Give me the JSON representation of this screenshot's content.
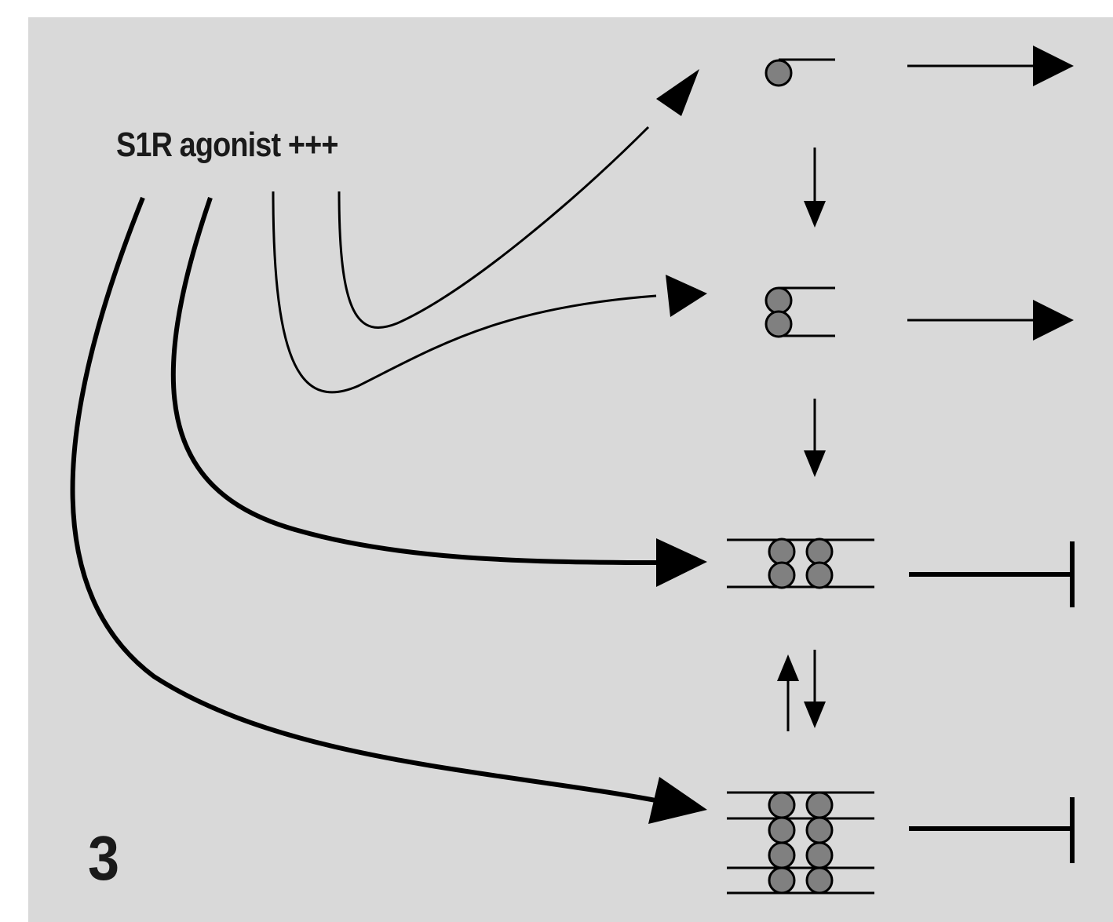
{
  "figure": {
    "agonist_label": "S1R agonist +++",
    "panel_number": "3"
  },
  "colors": {
    "background": "#d9d9d9",
    "ink": "#000000",
    "protomer_fill": "#808080",
    "text": "#1a1a1a"
  },
  "states": [
    {
      "name": "monomer",
      "protomers": 1,
      "outcome": "activation"
    },
    {
      "name": "dimer",
      "protomers": 2,
      "outcome": "activation"
    },
    {
      "name": "tetramer",
      "protomers": 4,
      "outcome": "inhibition"
    },
    {
      "name": "octamer",
      "protomers": 8,
      "outcome": "inhibition"
    }
  ],
  "transitions": [
    {
      "from": "monomer",
      "to": "dimer",
      "type": "forward"
    },
    {
      "from": "dimer",
      "to": "tetramer",
      "type": "forward"
    },
    {
      "from": "tetramer",
      "to": "octamer",
      "type": "reversible"
    }
  ],
  "agonist_effects": [
    {
      "target": "monomer",
      "strength": "thin"
    },
    {
      "target": "dimer",
      "strength": "thin"
    },
    {
      "target": "tetramer",
      "strength": "thick"
    },
    {
      "target": "octamer",
      "strength": "thick"
    }
  ]
}
